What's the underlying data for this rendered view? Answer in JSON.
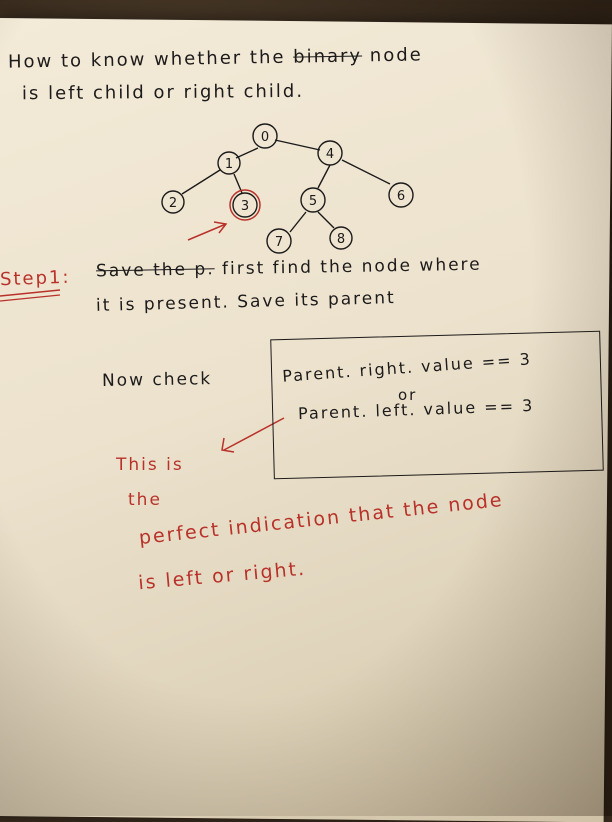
{
  "title": {
    "line1_before": "How to know whether the ",
    "line1_struck": "binary",
    "line1_after": " node",
    "line2": "is left child or right child."
  },
  "tree": {
    "nodes": [
      "0",
      "1",
      "4",
      "2",
      "3",
      "5",
      "6",
      "7",
      "8"
    ],
    "highlighted_node": "3"
  },
  "step": {
    "label": "Step1:",
    "line1_struck": "Save the p.",
    "line1": "first find the node where",
    "line2": "it is present. Save its parent"
  },
  "check": {
    "label": "Now check",
    "condition1": "Parent. right. value == 3",
    "or": "or",
    "condition2": "Parent. left. value == 3"
  },
  "remark": {
    "line1": "This is",
    "line2": "the",
    "line3": "perfect indication that the node",
    "line4": "is left or right."
  },
  "colors": {
    "black_ink": "#1c1a1a",
    "red_ink": "#b8322a"
  }
}
